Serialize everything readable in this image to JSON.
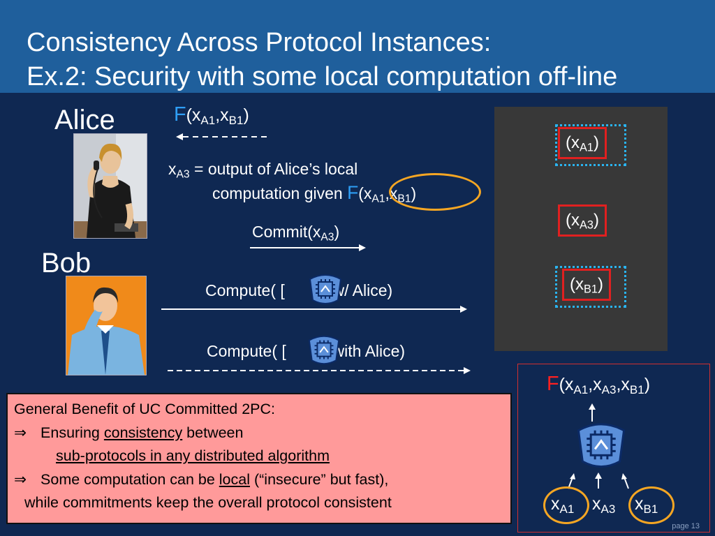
{
  "header": {
    "title_line1": "Consistency Across Protocol Instances:",
    "title_line2": "Ex.2: Security with some local computation off-line"
  },
  "parties": {
    "alice": "Alice",
    "bob": "Bob"
  },
  "labels": {
    "F": "F",
    "open_paren": "(",
    "close_paren": ")",
    "comma": ",",
    "x": "x",
    "A1": "A1",
    "A3": "A3",
    "B1": "B1",
    "xa3_def_line1": " = output of Alice’s local",
    "xa3_def_line2": "computation given ",
    "commit": "Commit(",
    "compute1_pre": "Compute( [",
    "compute1_post": "] w/ Alice)",
    "compute2_pre": "Compute( [",
    "compute2_post": "] with Alice)"
  },
  "benefit": {
    "line1": "General Benefit of UC Committed 2PC:",
    "arrow": "⇒",
    "line2_pre": "Ensuring ",
    "line2_u": "consistency",
    "line2_post": " between",
    "line3_u": "sub-protocols in any distributed algorithm",
    "line4_pre": "Some computation can be ",
    "line4_u": "local",
    "line4_post": " (“insecure” but fast),",
    "line5": "while commitments keep the overall protocol consistent"
  },
  "footer": {
    "page": "page 13"
  },
  "colors": {
    "background": "#0f2852",
    "header": "#1f5f9c",
    "f_blue": "#2e9ef5",
    "f_red": "#ff2020",
    "orange_ring": "#f5a623",
    "box_red": "#e02020",
    "dotted_cyan": "#2ab4f0",
    "benefit_bg": "#ff9a9a"
  },
  "icons": [
    "alice-photo",
    "bob-photo",
    "circuit-chip-icon",
    "arrow-icon"
  ]
}
